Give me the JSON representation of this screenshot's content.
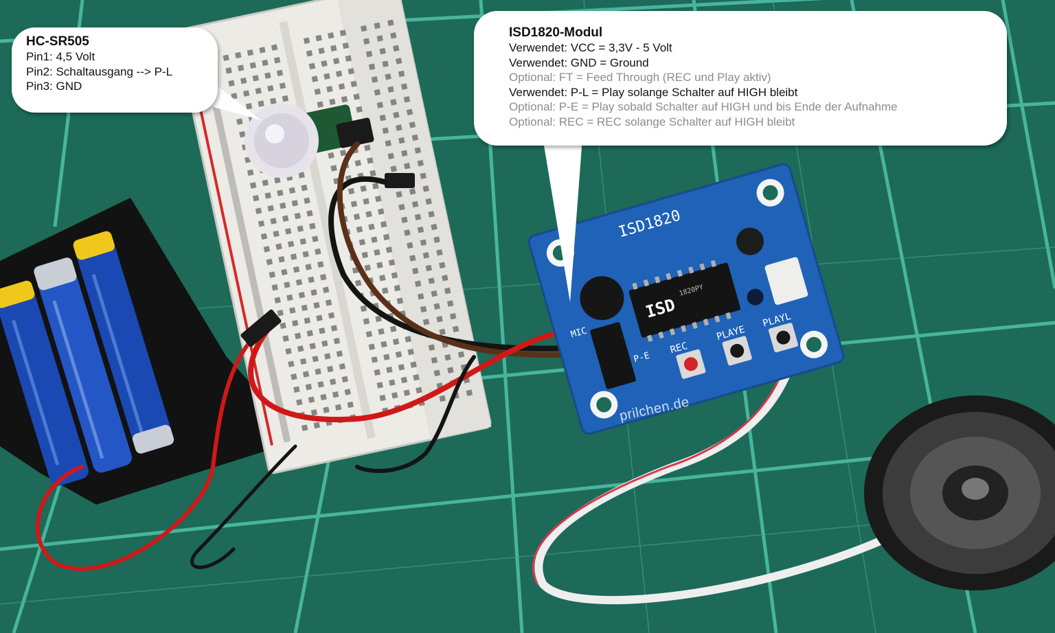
{
  "callouts": {
    "hc_sr505": {
      "title": "HC-SR505",
      "lines": [
        "Pin1: 4,5 Volt",
        "Pin2: Schaltausgang  --> P-L",
        "Pin3: GND"
      ]
    },
    "isd1820": {
      "title": "ISD1820-Modul",
      "lines": [
        {
          "text": "Verwendet: VCC = 3,3V - 5 Volt",
          "muted": false
        },
        {
          "text": "Verwendet: GND = Ground",
          "muted": false
        },
        {
          "text": "Optional: FT  = Feed Through (REC und Play aktiv)",
          "muted": true
        },
        {
          "text": "Verwendet: P-L = Play solange Schalter auf HIGH bleibt",
          "muted": false
        },
        {
          "text": "Optional: P-E = Play sobald Schalter auf HIGH und bis Ende der Aufnahme",
          "muted": true
        },
        {
          "text": "Optional: REC = REC solange Schalter auf HIGH bleibt",
          "muted": true
        }
      ]
    }
  },
  "board_labels": {
    "module": "ISD1820",
    "chip": "ISD",
    "chip_code": "1820PY",
    "mic": "MIC",
    "rec": "REC",
    "play": "PLAYE",
    "play_l": "PLAYL",
    "pe": "P-E"
  },
  "watermark": "prilchen.de",
  "colors": {
    "mat": "#1d6a58",
    "grid": "#4fc3a8",
    "pcb": "#1f62b8",
    "breadboard": "#ecebe6",
    "battery": "#1b49b3",
    "wire_red": "#d01818",
    "wire_black": "#141414",
    "wire_brown": "#5a3118"
  }
}
